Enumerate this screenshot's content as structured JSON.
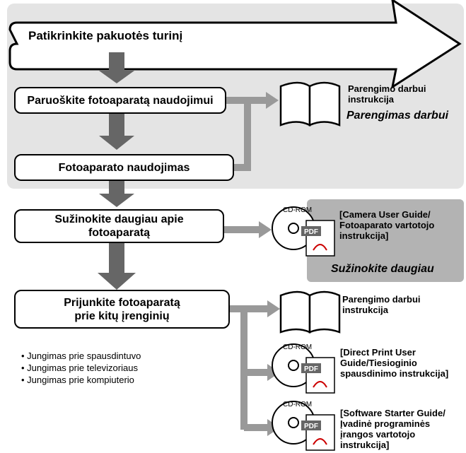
{
  "steps": {
    "check": "Patikrinkite pakuotės turinį",
    "prepare": "Paruoškite fotoaparatą naudojimui",
    "use": "Fotoaparato naudojimas",
    "learn": "Sužinokite daugiau apie fotoaparatą",
    "connect_line1": "Prijunkite fotoaparatą",
    "connect_line2": "prie kitų įrenginių"
  },
  "manuals": {
    "getting_started_1": "Parengimo darbui instrukcija",
    "getting_started_1_italic": "Parengimas darbui",
    "camera_user_guide": "[Camera User Guide/ Fotoaparato vartotojo instrukcija]",
    "learn_more_italic": "Sužinokite daugiau",
    "getting_started_2": "Parengimo darbui instrukcija",
    "direct_print_guide": "[Direct Print User Guide/Tiesioginio spausdinimo instrukcija]",
    "software_starter_guide": "[Software Starter Guide/Įvadinė programinės įrangos vartotojo instrukcija]"
  },
  "connections": [
    "Jungimas prie spausdintuvo",
    "Jungimas prie televizoriaus",
    "Jungimas prie kompiuterio"
  ],
  "icons": {
    "cd_label": "CD-ROM",
    "pdf_label": "PDF"
  },
  "colors": {
    "arrow_gray": "#666666",
    "connector_gray": "#999999",
    "panel_light": "#e4e4e4",
    "panel_dark": "#b3b3b3"
  }
}
